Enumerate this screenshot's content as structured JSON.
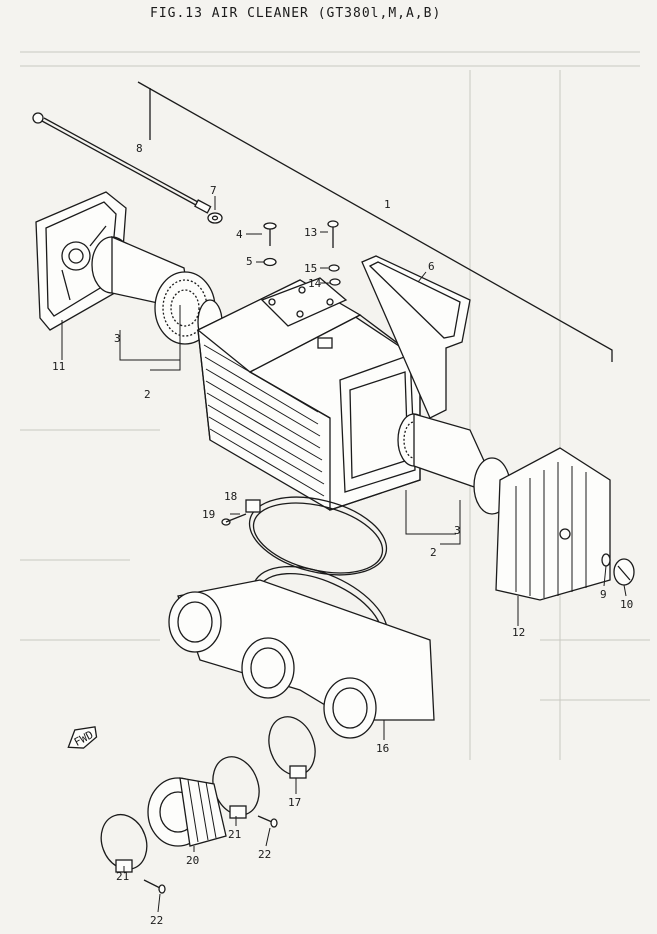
{
  "title": "FIG.13  AIR CLEANER (GT380l,M,A,B)",
  "direction_label": "FWD",
  "callouts": {
    "c1": "1",
    "c2a": "2",
    "c2b": "2",
    "c3a": "3",
    "c3b": "3",
    "c4": "4",
    "c5": "5",
    "c6": "6",
    "c7": "7",
    "c8": "8",
    "c9": "9",
    "c10": "10",
    "c11": "11",
    "c12": "12",
    "c13": "13",
    "c14": "14",
    "c15": "15",
    "c16": "16",
    "c17": "17",
    "c18": "18",
    "c19": "19",
    "c20": "20",
    "c21a": "21",
    "c21b": "21",
    "c22a": "22",
    "c22b": "22"
  }
}
